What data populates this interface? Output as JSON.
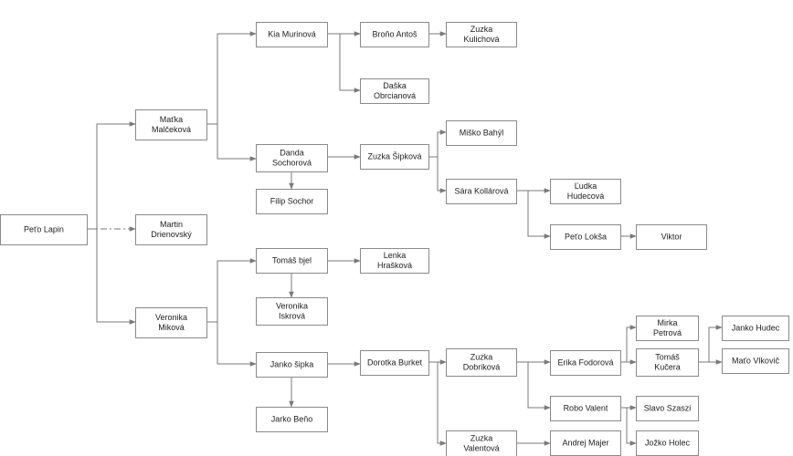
{
  "nodes": {
    "peto_lapin": {
      "lines": [
        "Peťo Lapin"
      ]
    },
    "matka": {
      "lines": [
        "Maťka",
        "Malčeková"
      ]
    },
    "martin": {
      "lines": [
        "Martin",
        "Drienovský"
      ]
    },
    "veronika_m": {
      "lines": [
        "Veronika",
        "Miková"
      ]
    },
    "kia": {
      "lines": [
        "Kia Murinová"
      ]
    },
    "brono": {
      "lines": [
        "Broňo Antoš"
      ]
    },
    "zuzka_k": {
      "lines": [
        "Zuzka",
        "Kulichová"
      ]
    },
    "daska": {
      "lines": [
        "Daška",
        "Obrcianová"
      ]
    },
    "danda": {
      "lines": [
        "Danda",
        "Sochorová"
      ]
    },
    "filip": {
      "lines": [
        "Filip Sochor"
      ]
    },
    "zuzka_s": {
      "lines": [
        "Zuzka Šipková"
      ]
    },
    "misko": {
      "lines": [
        "Miško Bahýl"
      ]
    },
    "sara": {
      "lines": [
        "Sára Kollárová"
      ]
    },
    "ludka": {
      "lines": [
        "Ľudka",
        "Hudecová"
      ]
    },
    "peto_l": {
      "lines": [
        "Peťo Lokša"
      ]
    },
    "viktor": {
      "lines": [
        "Viktor"
      ]
    },
    "tomas_b": {
      "lines": [
        "Tomáš bjel"
      ]
    },
    "lenka": {
      "lines": [
        "Lenka",
        "Hrašková"
      ]
    },
    "veronika_i": {
      "lines": [
        "Veronika",
        "Iskrová"
      ]
    },
    "janko_s": {
      "lines": [
        "Janko šipka"
      ]
    },
    "jarko": {
      "lines": [
        "Jarko Beňo"
      ]
    },
    "dorotka": {
      "lines": [
        "Dorotka Burket"
      ]
    },
    "zuzka_d": {
      "lines": [
        "Zuzka",
        "Dobriková"
      ]
    },
    "zuzka_v": {
      "lines": [
        "Zuzka",
        "Valentová"
      ]
    },
    "erika": {
      "lines": [
        "Erika Fodorová"
      ]
    },
    "robo": {
      "lines": [
        "Robo Valent"
      ]
    },
    "andrej": {
      "lines": [
        "Andrej Majer"
      ]
    },
    "mirka": {
      "lines": [
        "Mirka",
        "Petrová"
      ]
    },
    "tomas_k": {
      "lines": [
        "Tomáš",
        "Kučera"
      ]
    },
    "slavo": {
      "lines": [
        "Slavo Szaszi"
      ]
    },
    "jozko": {
      "lines": [
        "Jožko Holec"
      ]
    },
    "janko_h": {
      "lines": [
        "Janko Hudec"
      ]
    },
    "mato": {
      "lines": [
        "Maťo Vlkovič"
      ]
    }
  }
}
